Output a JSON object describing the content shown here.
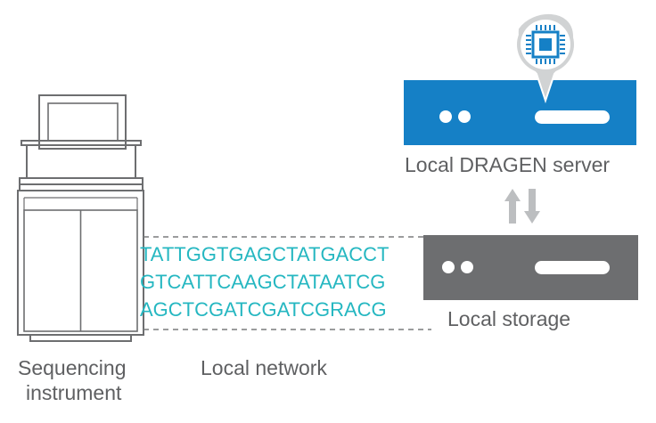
{
  "labels": {
    "server": "Local DRAGEN server",
    "storage": "Local storage",
    "instrument_line1": "Sequencing",
    "instrument_line2": "instrument",
    "network": "Local network"
  },
  "sequences": [
    "TATTGGTGAGCTATGACCT",
    "GTCATTCAAGCTATAATCG",
    "AGCTCGATCGATCGRACG"
  ],
  "icons": {
    "server_pin": "chip-icon",
    "arrows": "up-down-arrows-icon"
  },
  "colors": {
    "server_blue": "#1580c6",
    "storage_gray": "#6d6e70",
    "sequence_teal": "#25b7c1",
    "outline_gray": "#6d6e70",
    "arrow_gray": "#bcbec0",
    "text_gray": "#5f6062"
  }
}
